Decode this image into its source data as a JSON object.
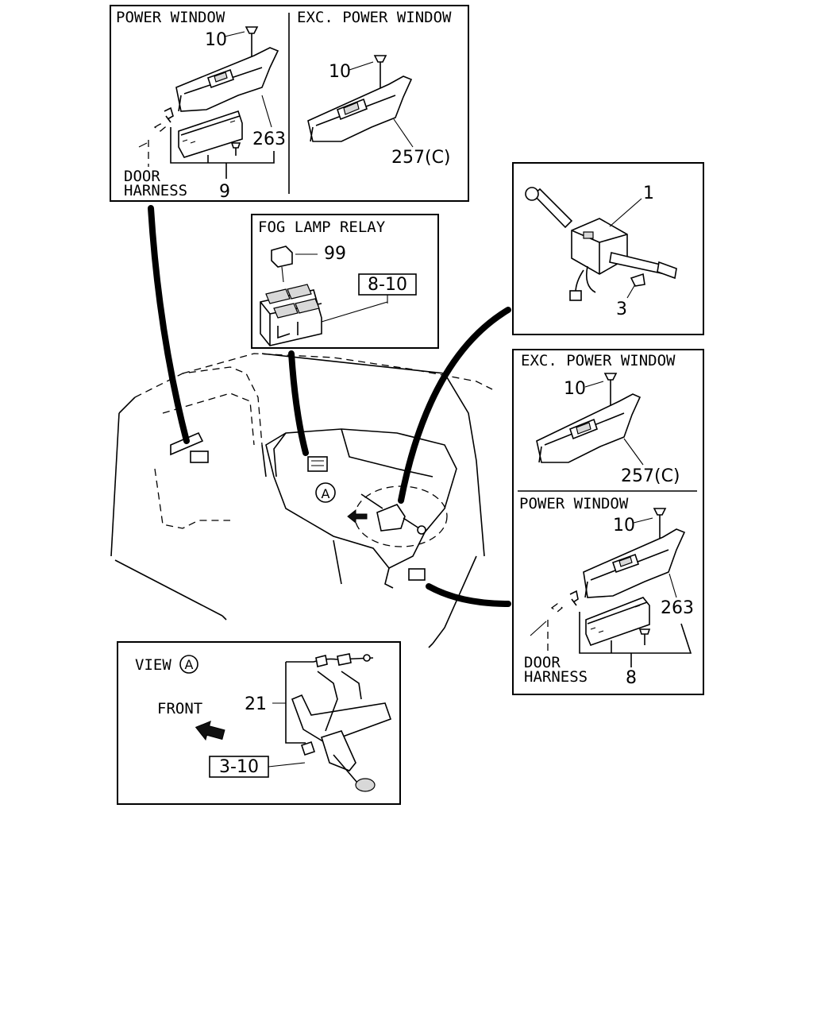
{
  "panels": {
    "top_left_power": {
      "title": "POWER WINDOW",
      "screw": "10",
      "switch": "263",
      "door_label_1": "DOOR",
      "door_label_2": "HARNESS",
      "bracket": "9"
    },
    "top_left_exc": {
      "title": "EXC. POWER WINDOW",
      "screw": "10",
      "switch": "257(C)"
    },
    "fog": {
      "title": "FOG LAMP RELAY",
      "relay": "99",
      "ref": "8-10"
    },
    "combo": {
      "switch": "1",
      "screw": "3"
    },
    "right_exc": {
      "title": "EXC. POWER WINDOW",
      "screw": "10",
      "switch": "257(C)"
    },
    "right_power": {
      "title": "POWER WINDOW",
      "screw": "10",
      "switch": "263",
      "door_label_1": "DOOR",
      "door_label_2": "HARNESS",
      "bracket": "8"
    },
    "view": {
      "title": "VIEW",
      "circle": "A",
      "front": "FRONT",
      "part": "21",
      "ref": "3-10"
    }
  },
  "main": {
    "view_marker": "A"
  }
}
